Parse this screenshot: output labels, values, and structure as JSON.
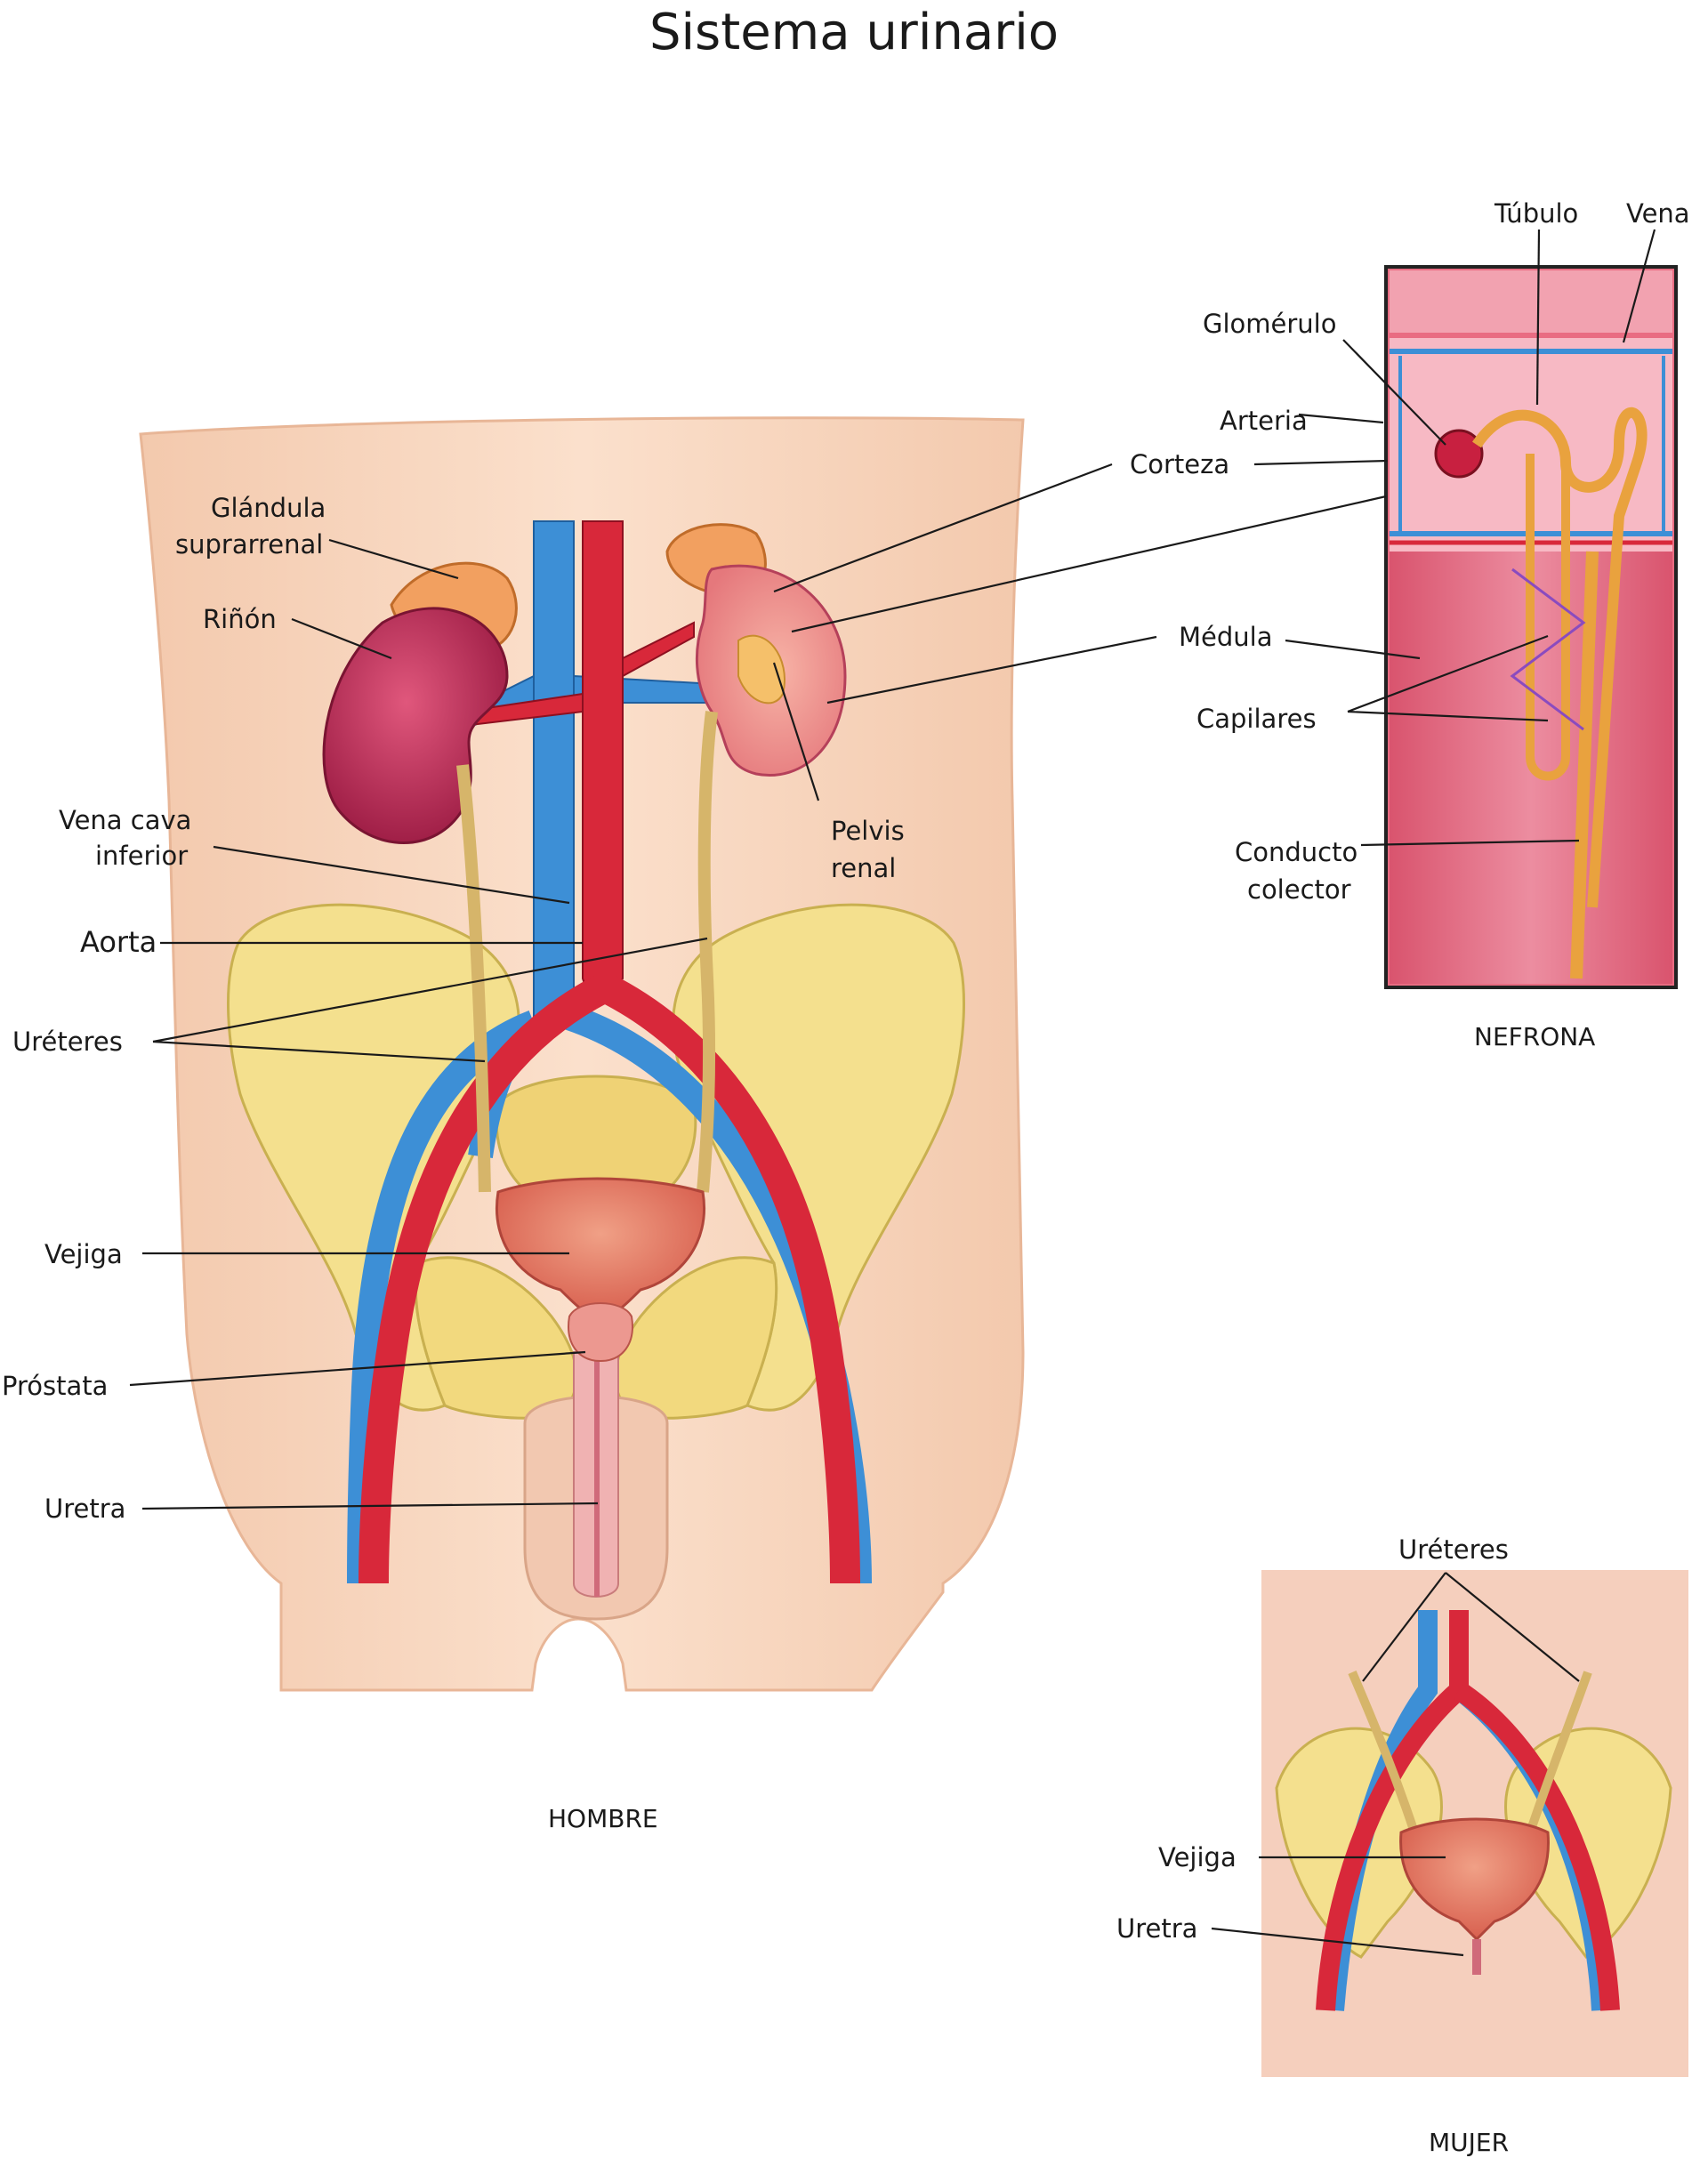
{
  "title": "Sistema urinario",
  "panels": {
    "hombre": {
      "caption": "HOMBRE",
      "labels": {
        "glandula_1": "Glándula",
        "glandula_2": "suprarrenal",
        "rinon": "Riñón",
        "vena_cava_1": "Vena cava",
        "vena_cava_2": "inferior",
        "aorta": "Aorta",
        "ureteres": "Uréteres",
        "vejiga": "Vejiga",
        "prostata": "Próstata",
        "uretra": "Uretra",
        "corteza": "Corteza",
        "medula": "Médula",
        "pelvis_1": "Pelvis",
        "pelvis_2": "renal"
      }
    },
    "nefrona": {
      "caption": "NEFRONA",
      "labels": {
        "tubulo": "Túbulo",
        "vena": "Vena",
        "glomerulo": "Glomérulo",
        "arteria": "Arteria",
        "capilares": "Capilares",
        "conducto_1": "Conducto",
        "conducto_2": "colector"
      }
    },
    "mujer": {
      "caption": "MUJER",
      "labels": {
        "ureteres": "Uréteres",
        "vejiga": "Vejiga",
        "uretra": "Uretra"
      }
    }
  },
  "colors": {
    "skin": "#f9d9c2",
    "bone": "#f4e08e",
    "artery": "#d8283a",
    "vein": "#3d8fd6",
    "kidney": "#c0305a",
    "ureter": "#d6b56a",
    "bladder": "#e4826c",
    "nephron_bg": "#e0637a"
  }
}
